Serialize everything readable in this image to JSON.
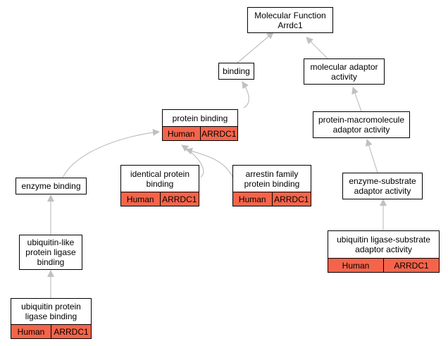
{
  "diagram": {
    "nodes": {
      "root": {
        "label": "Molecular Function\nArrdc1"
      },
      "binding": {
        "label": "binding"
      },
      "molecular_adaptor": {
        "label": "molecular adaptor\nactivity"
      },
      "protein_binding": {
        "label": "protein binding",
        "species": "Human",
        "gene": "ARRDC1"
      },
      "protein_macromolecule": {
        "label": "protein-macromolecule\nadaptor activity"
      },
      "enzyme_binding": {
        "label": "enzyme binding"
      },
      "identical_protein": {
        "label": "identical protein\nbinding",
        "species": "Human",
        "gene": "ARRDC1"
      },
      "arrestin_family": {
        "label": "arrestin family\nprotein binding",
        "species": "Human",
        "gene": "ARRDC1"
      },
      "enzyme_substrate": {
        "label": "enzyme-substrate\nadaptor activity"
      },
      "ubiquitin_like": {
        "label": "ubiquitin-like\nprotein ligase\nbinding"
      },
      "ubiquitin_ligase_substrate": {
        "label": "ubiquitin ligase-substrate\nadaptor activity",
        "species": "Human",
        "gene": "ARRDC1"
      },
      "ubiquitin_protein_ligase": {
        "label": "ubiquitin protein\nligase binding",
        "species": "Human",
        "gene": "ARRDC1"
      }
    },
    "edges": [
      {
        "from": "binding",
        "to": "root"
      },
      {
        "from": "molecular_adaptor",
        "to": "root"
      },
      {
        "from": "protein_binding",
        "to": "binding"
      },
      {
        "from": "protein_macromolecule",
        "to": "molecular_adaptor"
      },
      {
        "from": "enzyme_binding",
        "to": "protein_binding"
      },
      {
        "from": "identical_protein",
        "to": "protein_binding"
      },
      {
        "from": "arrestin_family",
        "to": "protein_binding"
      },
      {
        "from": "enzyme_substrate",
        "to": "protein_macromolecule"
      },
      {
        "from": "ubiquitin_like",
        "to": "enzyme_binding"
      },
      {
        "from": "ubiquitin_ligase_substrate",
        "to": "enzyme_substrate"
      },
      {
        "from": "ubiquitin_protein_ligase",
        "to": "ubiquitin_like"
      }
    ],
    "colors": {
      "annotation": "#f5644a",
      "edge": "#c0c0c0",
      "border": "#000000"
    }
  }
}
